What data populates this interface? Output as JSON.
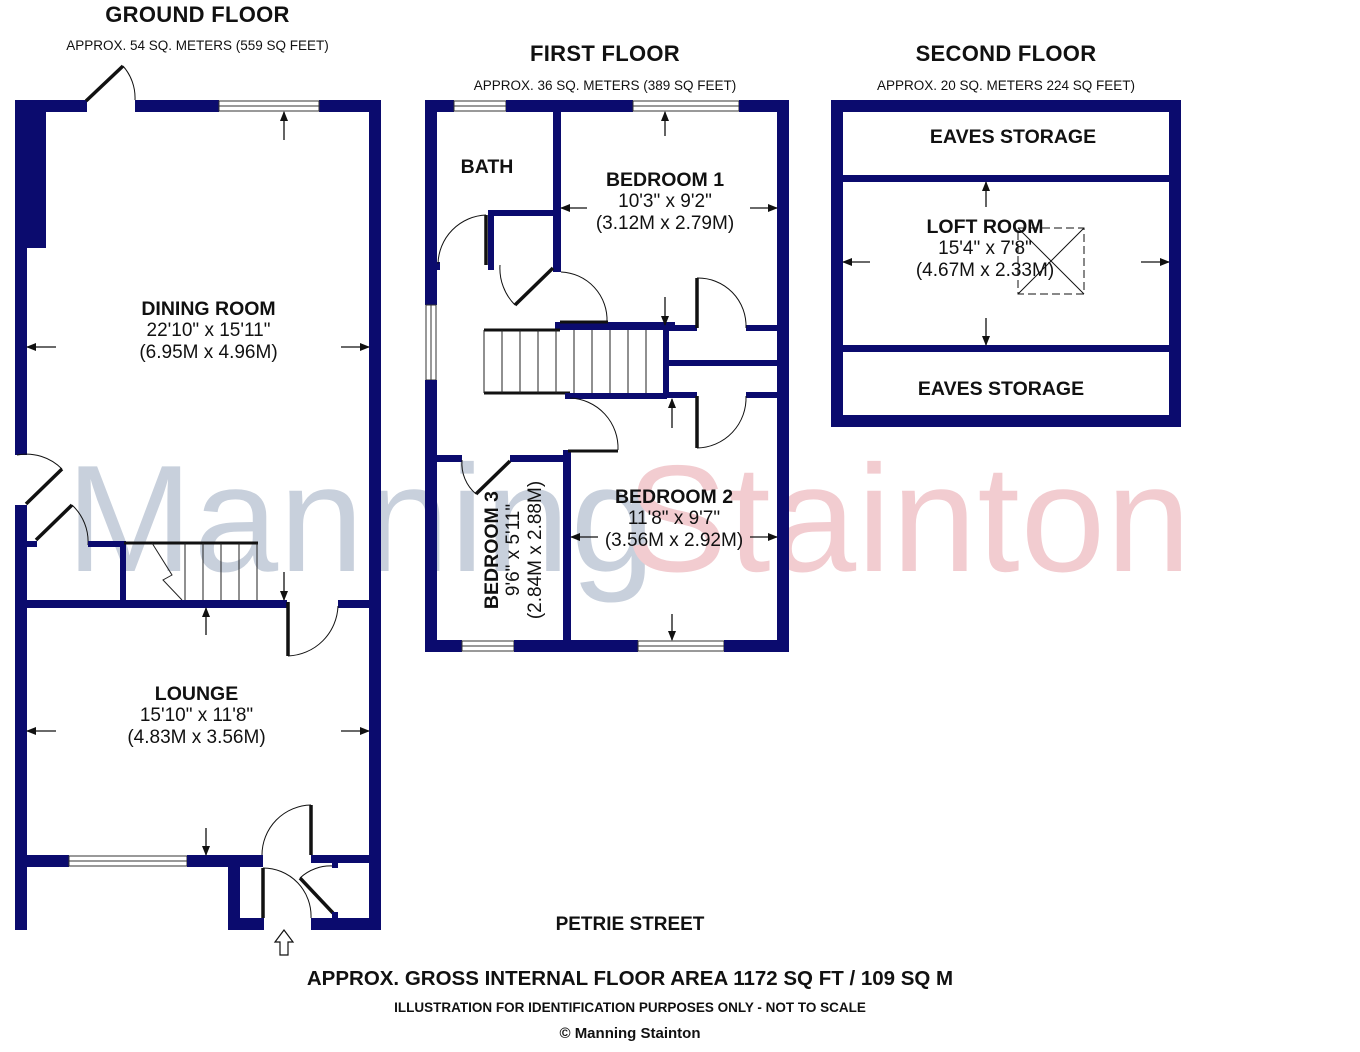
{
  "watermark": {
    "part1": "Manning",
    "part2": "Stainton",
    "color1": "#c8d0dc",
    "color2": "#f2ccd0"
  },
  "colors": {
    "wall": "#0b0b6e"
  },
  "floors": {
    "ground": {
      "title": "GROUND FLOOR",
      "area": "APPROX. 54 SQ. METERS (559 SQ FEET)",
      "rooms": {
        "dining": {
          "name": "DINING ROOM",
          "imperial": "22'10\" x 15'11\"",
          "metric": "(6.95M x 4.96M)"
        },
        "lounge": {
          "name": "LOUNGE",
          "imperial": "15'10\" x 11'8\"",
          "metric": "(4.83M x 3.56M)"
        }
      }
    },
    "first": {
      "title": "FIRST FLOOR",
      "area": "APPROX. 36 SQ. METERS (389 SQ FEET)",
      "rooms": {
        "bath": {
          "name": "BATH"
        },
        "bedroom1": {
          "name": "BEDROOM 1",
          "imperial": "10'3\" x 9'2\"",
          "metric": "(3.12M x 2.79M)"
        },
        "bedroom2": {
          "name": "BEDROOM 2",
          "imperial": "11'8\" x 9'7\"",
          "metric": "(3.56M x 2.92M)"
        },
        "bedroom3": {
          "name": "BEDROOM 3",
          "imperial": "9'6\" x 5'11\"",
          "metric": "(2.84M x 2.88M)"
        }
      }
    },
    "second": {
      "title": "SECOND FLOOR",
      "area": "APPROX. 20 SQ. METERS 224 SQ FEET)",
      "rooms": {
        "eaves_top": {
          "name": "EAVES STORAGE"
        },
        "loft": {
          "name": "LOFT ROOM",
          "imperial": "15'4\" x 7'8\"",
          "metric": "(4.67M x 2.33M)"
        },
        "eaves_bottom": {
          "name": "EAVES STORAGE"
        }
      }
    }
  },
  "footer": {
    "street": "PETRIE STREET",
    "gross_area": "APPROX. GROSS INTERNAL FLOOR AREA 1172 SQ FT / 109 SQ M",
    "disclaimer": "ILLUSTRATION FOR IDENTIFICATION PURPOSES ONLY - NOT TO SCALE",
    "copyright": "© Manning Stainton"
  },
  "icons": {
    "entrance": "entrance-arrow-icon"
  }
}
